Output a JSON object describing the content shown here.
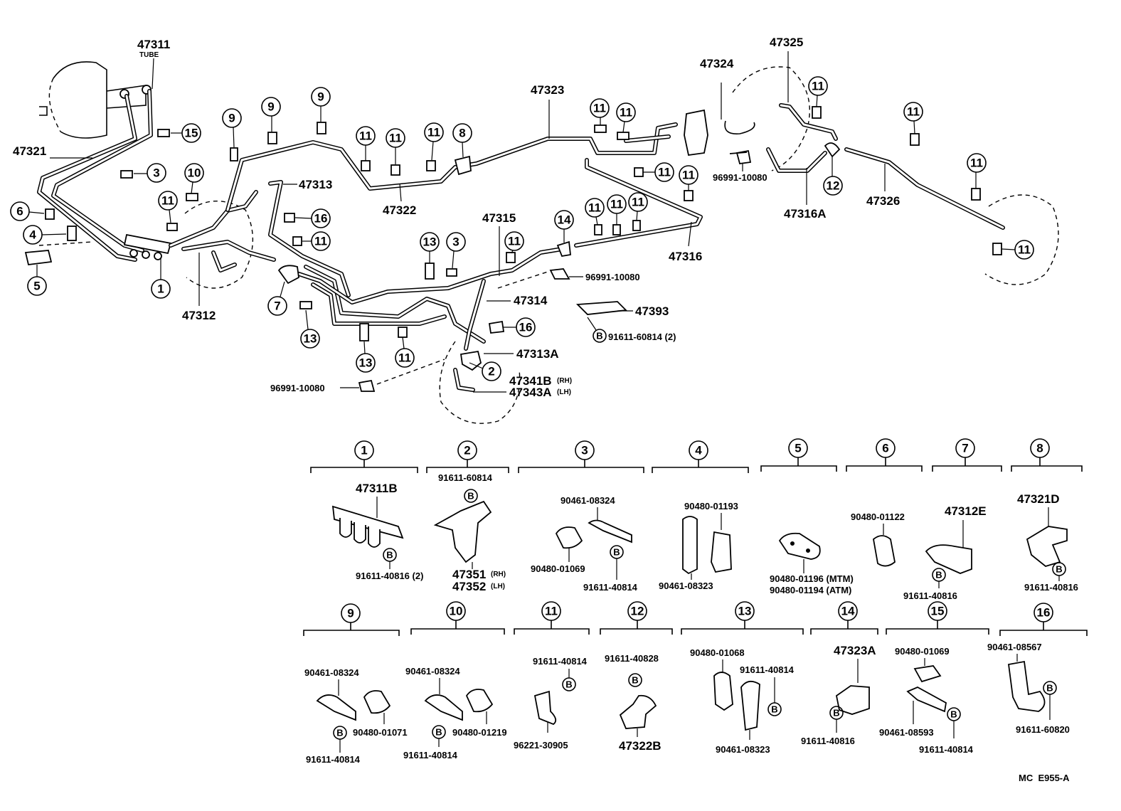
{
  "callout_numbers": [
    "1",
    "2",
    "3",
    "4",
    "5",
    "6",
    "7",
    "8",
    "9",
    "10",
    "11",
    "12",
    "13",
    "14",
    "15",
    "16"
  ],
  "bolt_symbol": "B",
  "diagram_labels": {
    "tube_47311": "47311",
    "tube_word": "TUBE",
    "tube_47321": "47321",
    "tube_47312": "47312",
    "tube_47313": "47313",
    "tube_47322": "47322",
    "tube_47323": "47323",
    "tube_47315": "47315",
    "tube_47314": "47314",
    "tube_47313a": "47313A",
    "hose_47341b": "47341B",
    "hose_47341b_side": "(RH)",
    "hose_47343a": "47343A",
    "hose_47343a_side": "(LH)",
    "tube_47316": "47316",
    "tube_47316a": "47316A",
    "tube_47324": "47324",
    "tube_47325": "47325",
    "tube_47326": "47326",
    "bracket_47393": "47393",
    "bolt_47393": "91611-60814 (2)",
    "clip_96991_a": "96991-10080",
    "clip_96991_b": "96991-10080",
    "clip_96991_c": "96991-10080"
  },
  "detail_parts": {
    "p1_name": "47311B",
    "p1_bolt": "91611-40816 (2)",
    "p2_bolt": "91611-60814",
    "p2_name_rh": "47351",
    "p2_name_rh_side": "(RH)",
    "p2_name_lh": "47352",
    "p2_name_lh_side": "(LH)",
    "p3_clamp": "90461-08324",
    "p3_grommet": "90480-01069",
    "p3_bolt": "91611-40814",
    "p4_grommet": "90480-01193",
    "p4_clamp": "90461-08323",
    "p5_grommet_mtm": "90480-01196 (MTM)",
    "p5_grommet_atm": "90480-01194 (ATM)",
    "p6_grommet": "90480-01122",
    "p7_name": "47312E",
    "p7_bolt": "91611-40816",
    "p8_name": "47321D",
    "p8_bolt": "91611-40816",
    "p9_clamp": "90461-08324",
    "p9_grommet": "90480-01071",
    "p9_bolt": "91611-40814",
    "p10_clamp": "90461-08324",
    "p10_grommet": "90480-01219",
    "p10_bolt": "91611-40814",
    "p11_bolt": "91611-40814",
    "p11_clip": "96221-30905",
    "p12_bolt": "91611-40828",
    "p12_name": "47322B",
    "p13_grommet": "90480-01068",
    "p13_bolt": "91611-40814",
    "p13_clamp": "90461-08323",
    "p14_name": "47323A",
    "p14_bolt": "91611-40816",
    "p15_grommet": "90480-01069",
    "p15_clamp": "90461-08593",
    "p15_bolt": "91611-40814",
    "p16_clamp": "90461-08567",
    "p16_bolt": "91611-60820"
  },
  "drawing_code": "MC  E955-A"
}
